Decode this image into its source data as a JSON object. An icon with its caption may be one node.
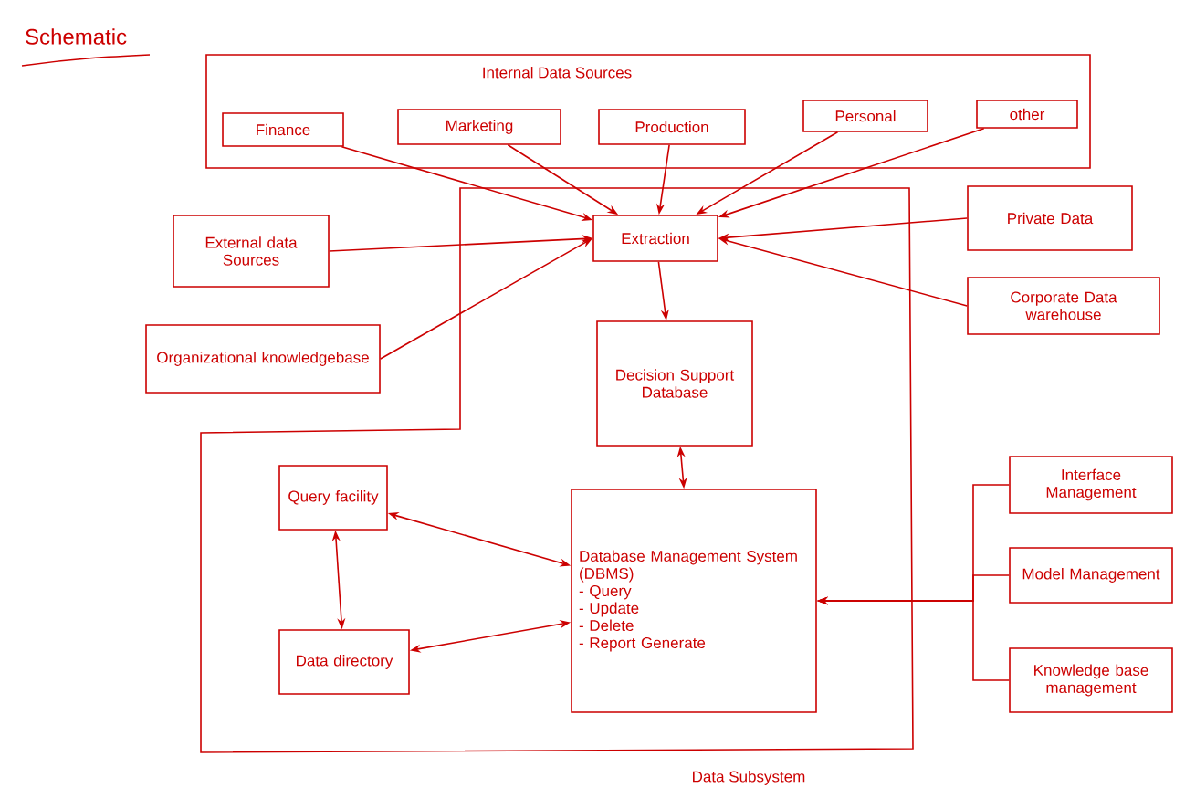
{
  "diagram": {
    "title": "Schematic",
    "nodes": [
      {
        "text": [
          "Internal Data Sources"
        ]
      },
      {
        "text": [
          "Finance"
        ],
        "in": 0
      },
      {
        "text": [
          "Marketing"
        ],
        "in": 0
      },
      {
        "text": [
          "Production"
        ],
        "in": 0
      },
      {
        "text": [
          "Personal"
        ],
        "in": 0
      },
      {
        "text": [
          "other"
        ],
        "in": 0
      },
      {
        "text": [
          "Data Subsystem"
        ]
      },
      {
        "text": [
          "External data Sources"
        ]
      },
      {
        "text": [
          "Extraction"
        ],
        "in": 6
      },
      {
        "text": [
          "Private Data"
        ]
      },
      {
        "text": [
          "Organizational knowledgebase"
        ]
      },
      {
        "text": [
          "Corporate Data warehouse"
        ]
      },
      {
        "text": [
          "Decision Support Database"
        ],
        "in": 6
      },
      {
        "text": [
          "Query facility"
        ],
        "in": 6
      },
      {
        "text": [
          "Database Management System (DBMS)",
          "- Query",
          "- Update",
          "- Delete",
          "- Report Generate"
        ],
        "in": 6
      },
      {
        "text": [
          "Data directory"
        ],
        "in": 6
      },
      {
        "text": [
          "Interface Management"
        ]
      },
      {
        "text": [
          "Model Management"
        ]
      },
      {
        "text": [
          "Knowledge base management"
        ]
      }
    ],
    "edges": [
      {
        "from": 1,
        "to": 8,
        "arrow": "to"
      },
      {
        "from": 2,
        "to": 8,
        "arrow": "to"
      },
      {
        "from": 3,
        "to": 8,
        "arrow": "to"
      },
      {
        "from": 4,
        "to": 8,
        "arrow": "to"
      },
      {
        "from": 5,
        "to": 8,
        "arrow": "to"
      },
      {
        "from": 7,
        "to": 8,
        "arrow": "to"
      },
      {
        "from": 9,
        "to": 8,
        "arrow": "to"
      },
      {
        "from": 10,
        "to": 8,
        "arrow": "to"
      },
      {
        "from": 11,
        "to": 8,
        "arrow": "to"
      },
      {
        "from": 8,
        "to": 12,
        "arrow": "to"
      },
      {
        "from": 12,
        "to": 14,
        "arrow": "both"
      },
      {
        "from": 13,
        "to": 14,
        "arrow": "both"
      },
      {
        "from": 13,
        "to": 15,
        "arrow": "both"
      },
      {
        "from": 15,
        "to": 14,
        "arrow": "both"
      },
      {
        "from": 16,
        "to": 14,
        "arrow": "to"
      },
      {
        "from": 17,
        "to": 14,
        "arrow": "to"
      },
      {
        "from": 18,
        "to": 14,
        "arrow": "to"
      }
    ]
  }
}
